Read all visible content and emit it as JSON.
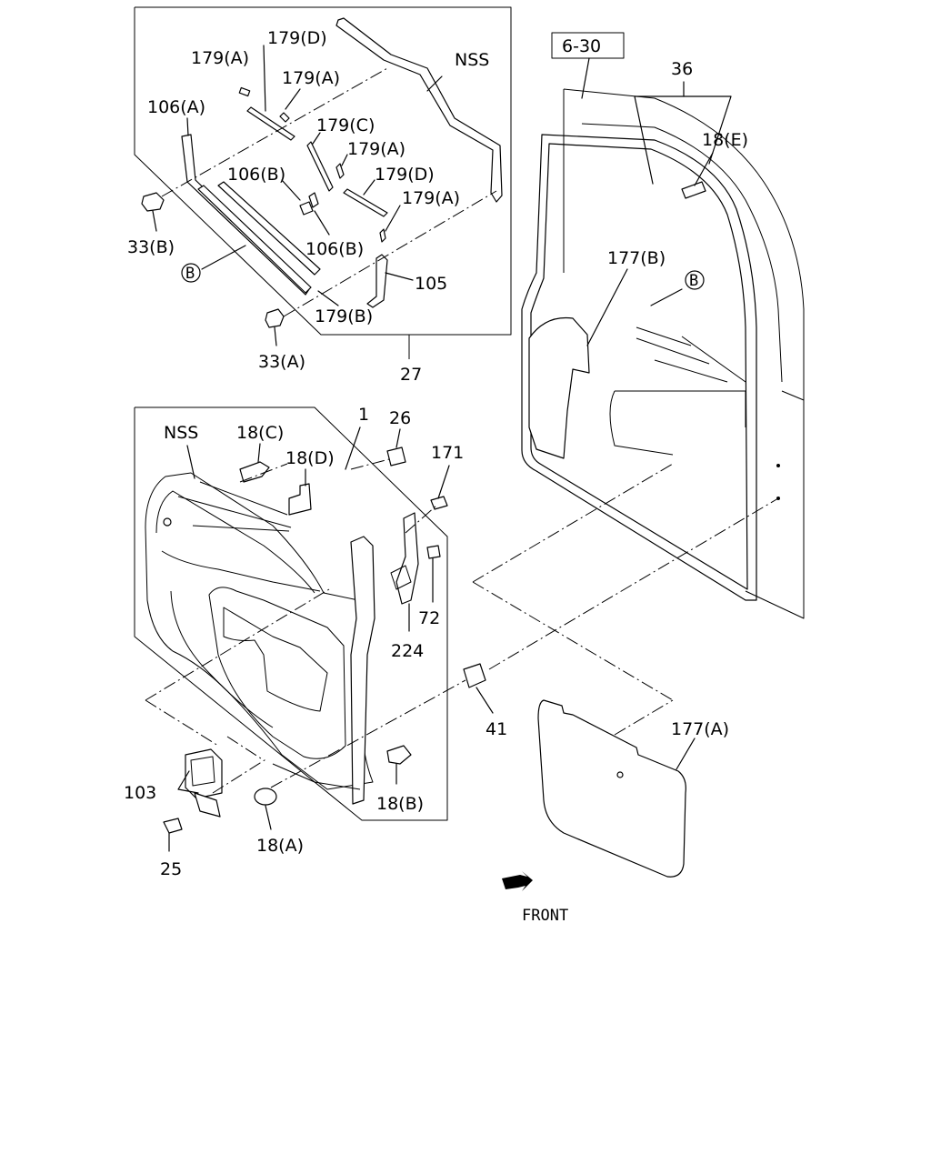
{
  "labels": {
    "l179A_1": "179(A)",
    "l179D_1": "179(D)",
    "l179A_2": "179(A)",
    "lNSS_top": "NSS",
    "l106A": "106(A)",
    "l179C": "179(C)",
    "l179A_3": "179(A)",
    "l106B_1": "106(B)",
    "l179D_2": "179(D)",
    "l179A_4": "179(A)",
    "l33B": "33(B)",
    "l106B_2": "106(B)",
    "lB_1": "B",
    "l105": "105",
    "l179B": "179(B)",
    "l33A": "33(A)",
    "l27": "27",
    "l630": "6-30",
    "l36": "36",
    "l18E": "18(E)",
    "l177B": "177(B)",
    "lB_2": "B",
    "lNSS_mid": "NSS",
    "l18C": "18(C)",
    "l1": "1",
    "l26": "26",
    "l171": "171",
    "l18D": "18(D)",
    "l72": "72",
    "l224": "224",
    "l41": "41",
    "l177A": "177(A)",
    "l103": "103",
    "l18B": "18(B)",
    "l25": "25",
    "l18A": "18(A)",
    "lFront": "FRONT"
  }
}
